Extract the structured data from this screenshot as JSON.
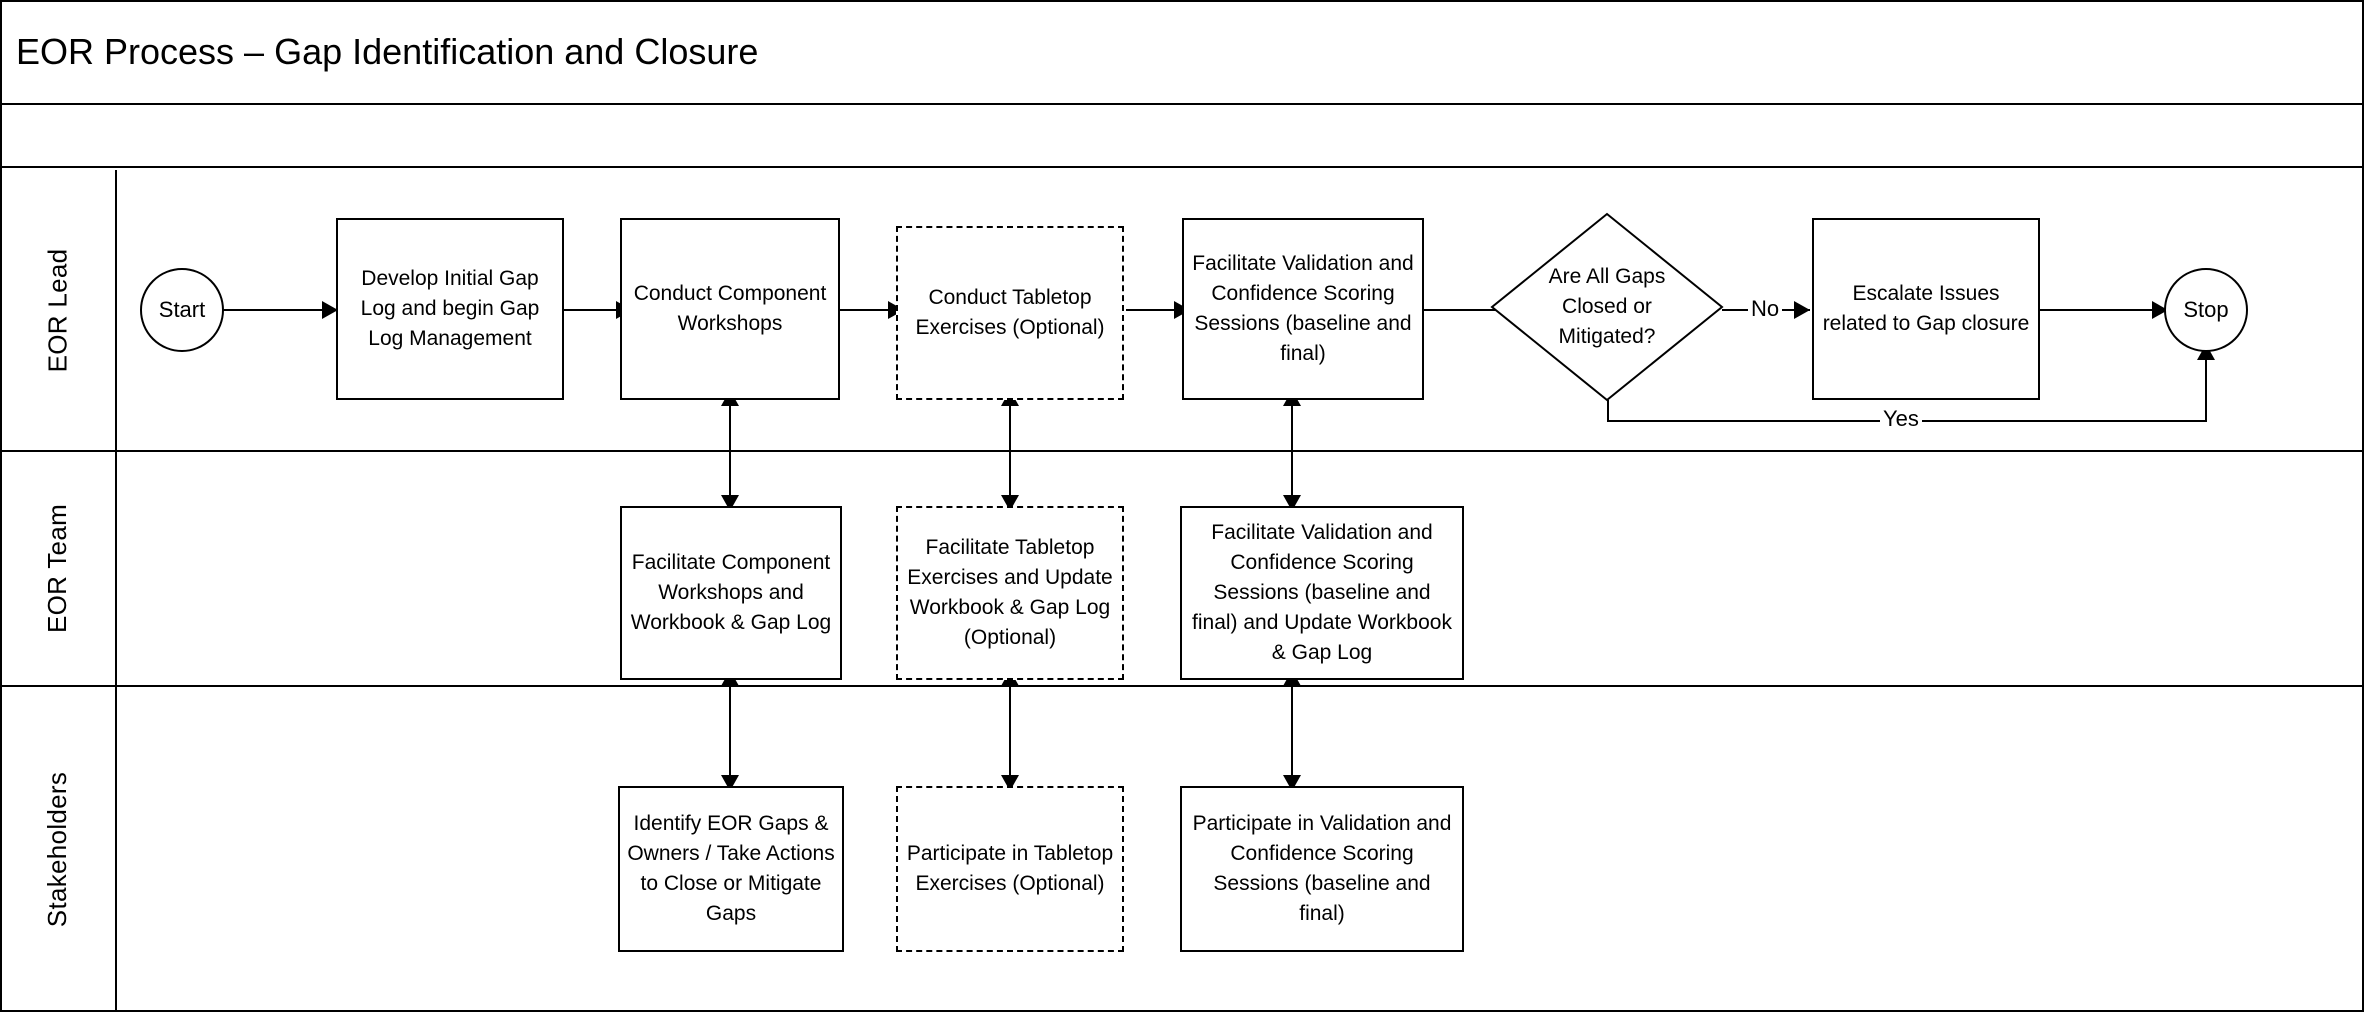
{
  "title": "EOR Process – Gap Identification and Closure",
  "lanes": [
    {
      "label": "EOR Lead"
    },
    {
      "label": "EOR Team"
    },
    {
      "label": "Stakeholders"
    }
  ],
  "nodes": {
    "start": "Start",
    "stop": "Stop",
    "develop_gap_log": "Develop Initial Gap Log and begin Gap Log Management",
    "conduct_component_workshops": "Conduct Component Workshops",
    "conduct_tabletop": "Conduct Tabletop Exercises (Optional)",
    "facilitate_validation": "Facilitate Validation and Confidence Scoring Sessions (baseline and final)",
    "decision_gaps": "Are All Gaps Closed or Mitigated?",
    "escalate_issues": "Escalate Issues related to Gap closure",
    "team_component_workshops": "Facilitate Component Workshops and Workbook & Gap Log",
    "team_tabletop": "Facilitate Tabletop Exercises and Update Workbook & Gap Log (Optional)",
    "team_validation": "Facilitate Validation and Confidence Scoring Sessions (baseline and final) and Update Workbook & Gap Log",
    "stk_identify_gaps": "Identify EOR Gaps & Owners / Take Actions to Close or Mitigate Gaps",
    "stk_tabletop": "Participate in Tabletop Exercises (Optional)",
    "stk_validation": "Participate in Validation and Confidence Scoring Sessions (baseline and final)"
  },
  "edges": {
    "no_label": "No",
    "yes_label": "Yes"
  },
  "colors": {
    "stroke": "#000000",
    "background": "#ffffff"
  }
}
